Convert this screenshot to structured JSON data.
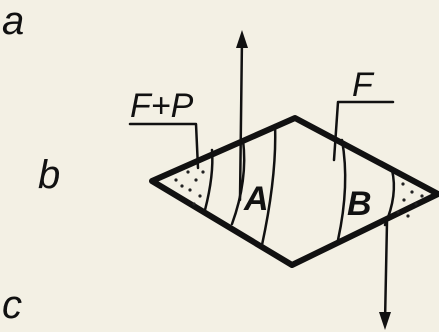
{
  "labels": {
    "a": "a",
    "b": "b",
    "c": "c",
    "fp": "F+P",
    "f": "F",
    "A": "A",
    "B": "B"
  }
}
